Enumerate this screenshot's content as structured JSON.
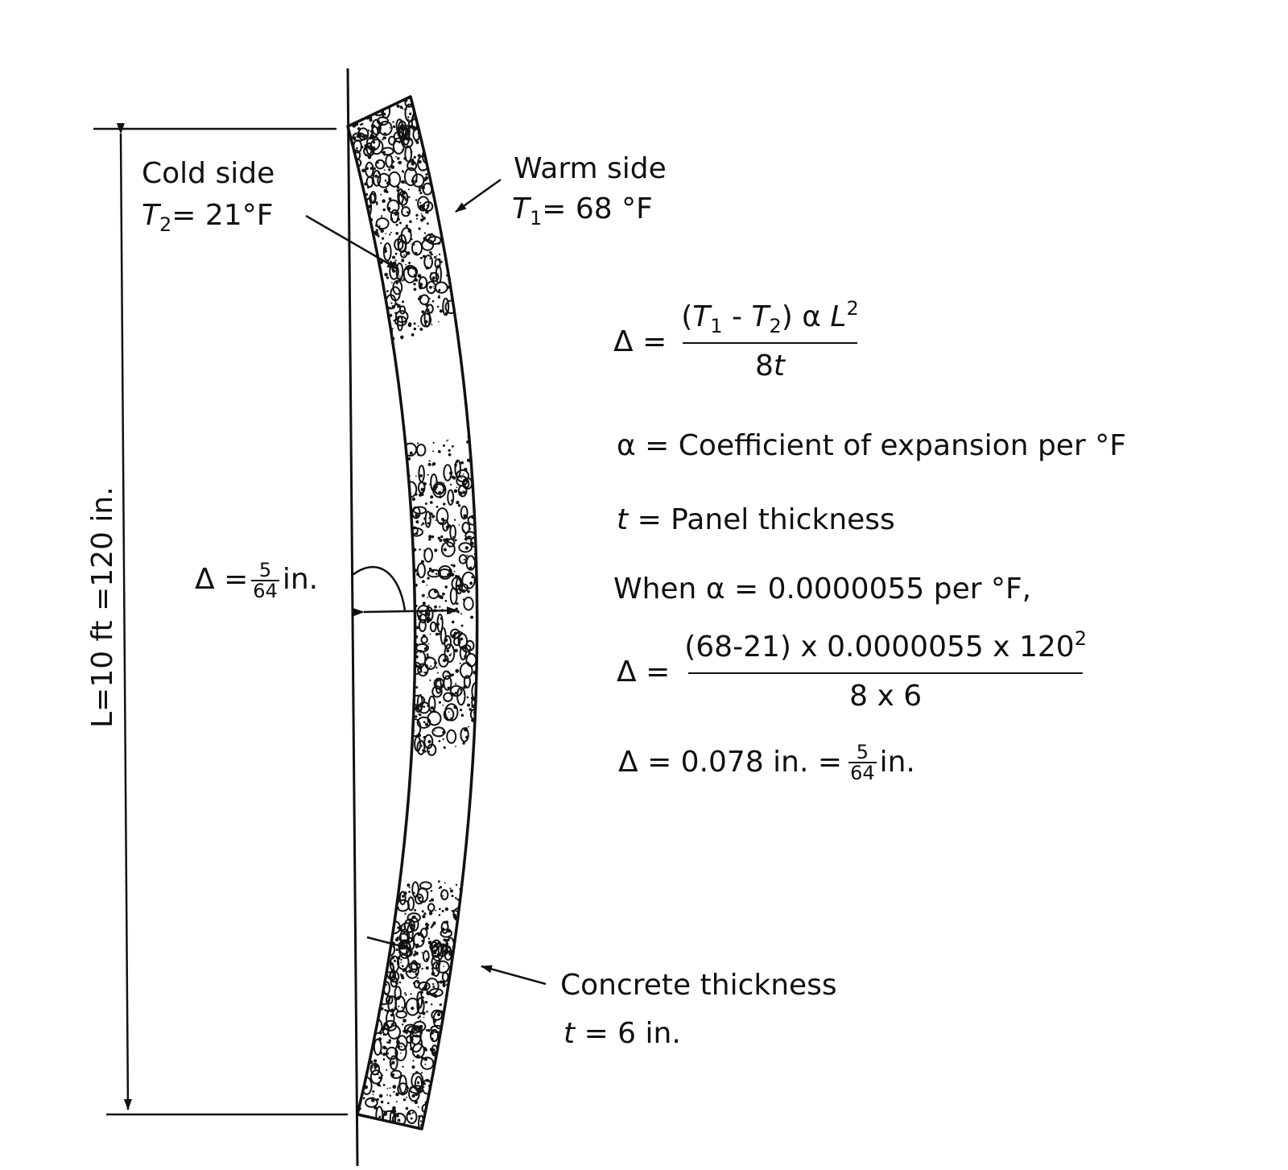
{
  "labels": {
    "cold_side_title": "Cold side",
    "cold_side_temp": "= 21°F",
    "warm_side_title": "Warm side",
    "warm_side_temp": "= 68 °F",
    "height_label": "L=10 ft =120 in.",
    "delta_symbol": "Δ",
    "delta_left_eq": "=",
    "delta_left_num": "5",
    "delta_left_den": "64",
    "delta_left_unit": "in.",
    "concrete_thickness_title": "Concrete thickness",
    "concrete_thickness_value": "= 6 in.",
    "t_symbol": "t",
    "T_symbol": "T",
    "sub_1": "1",
    "sub_2": "2"
  },
  "equations": {
    "formula_lhs": "Δ =",
    "formula_num_open": "(",
    "formula_num_minus": "-",
    "formula_num_close": ") α ",
    "formula_num_L": "L",
    "formula_num_exp": "2",
    "formula_den": "8",
    "alpha_def": "α = Coefficient of expansion per °F",
    "t_def": "= Panel thickness",
    "when_line": "When  α = 0.0000055 per °F,",
    "calc_lhs": "Δ =",
    "calc_num": "(68-21) x 0.0000055 x 120",
    "calc_exp": "2",
    "calc_den": "8 x 6",
    "result_prefix": "Δ = 0.078 in. =",
    "result_num": "5",
    "result_den": "64",
    "result_unit": "in."
  }
}
